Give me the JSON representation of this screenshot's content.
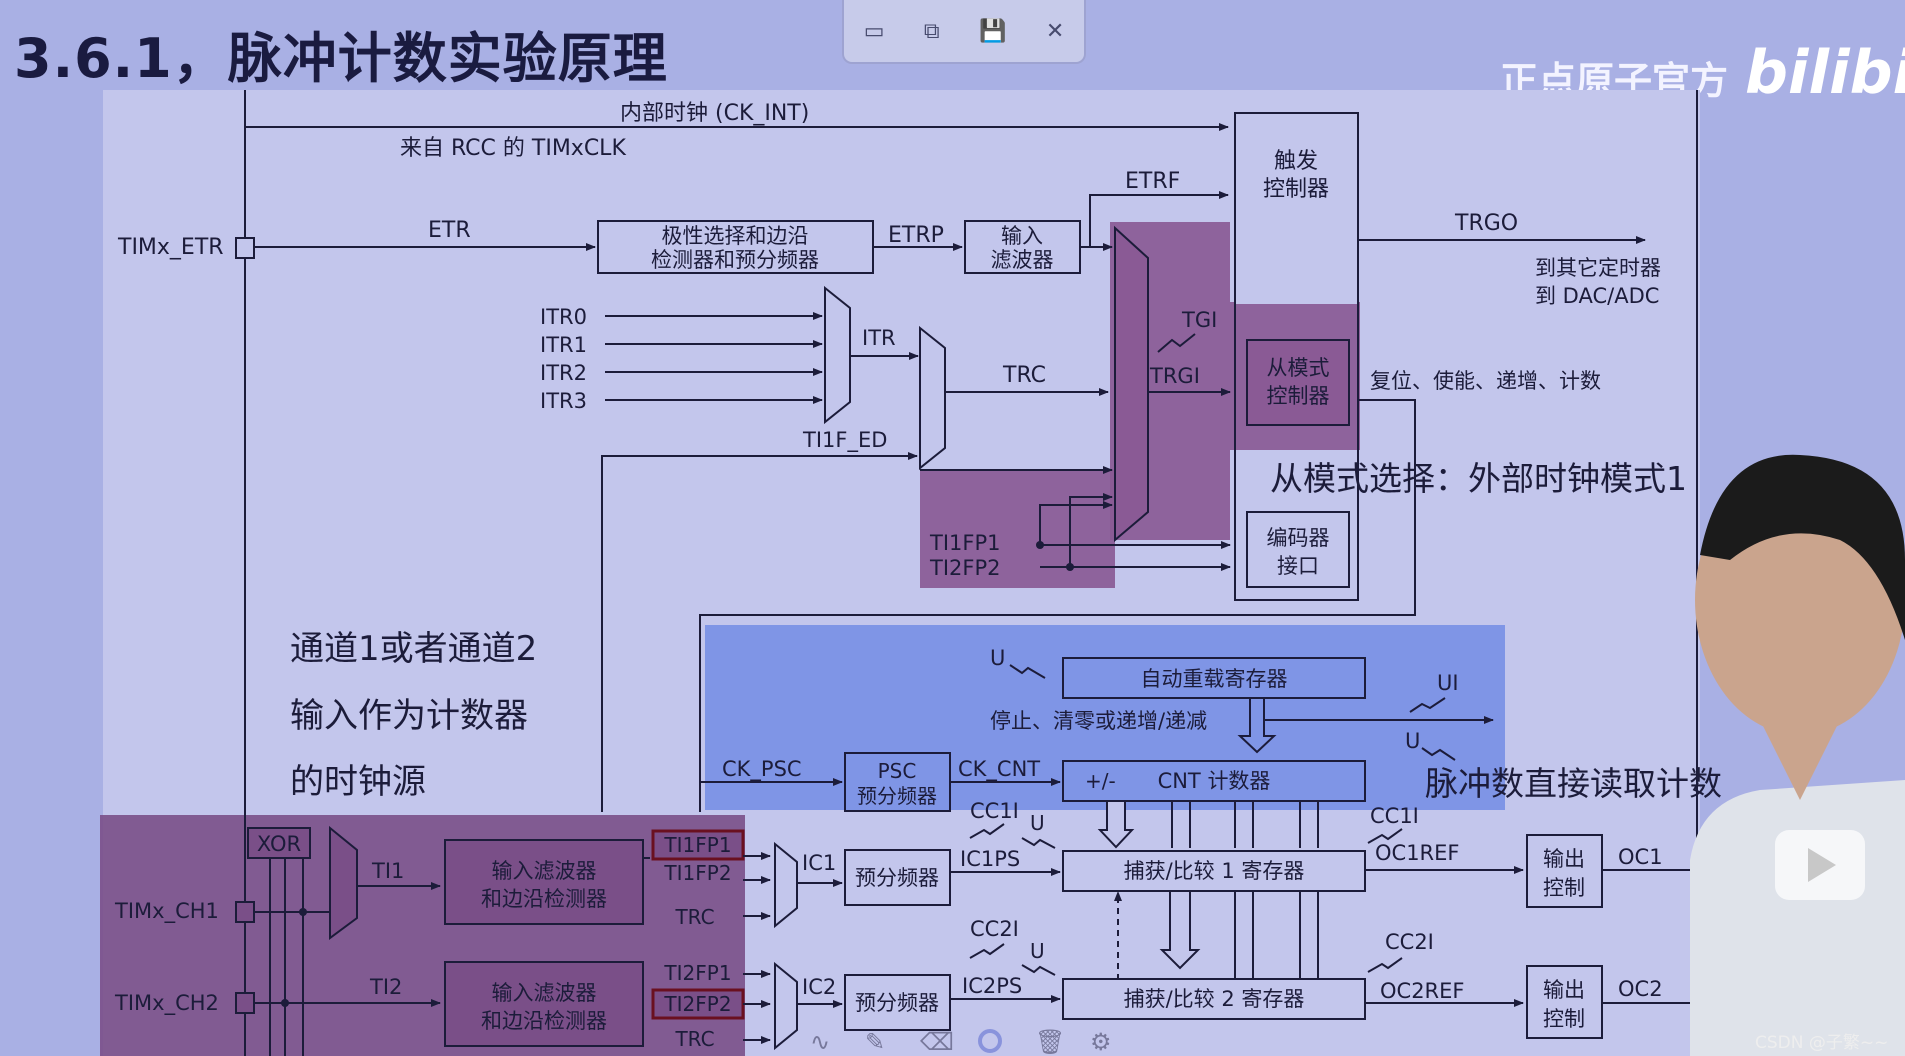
{
  "header": {
    "title": "3.6.1，脉冲计数实验原理",
    "brand": "正点原子官方",
    "logo": "bilibili",
    "watermark": "CSDN @子繁~~"
  },
  "toolbar": {
    "icons": [
      "window-icon",
      "copy-icon",
      "save-icon",
      "close-icon"
    ],
    "glyphs": [
      "▭",
      "⧉",
      "💾",
      "✕"
    ]
  },
  "diagram": {
    "ck_int": "内部时钟 (CK_INT)",
    "from_rcc": "来自 RCC 的 TIMxCLK",
    "timx_etr": "TIMx_ETR",
    "etr": "ETR",
    "polarity_block": [
      "极性选择和边沿",
      "检测器和预分频器"
    ],
    "etrp": "ETRP",
    "input_filter": [
      "输入",
      "滤波器"
    ],
    "etrf": "ETRF",
    "trigger_ctrl": [
      "触发",
      "控制器"
    ],
    "trgo": "TRGO",
    "to_other": [
      "到其它定时器",
      "到 DAC/ADC"
    ],
    "itr": [
      "ITR0",
      "ITR1",
      "ITR2",
      "ITR3"
    ],
    "itr_label": "ITR",
    "trc": "TRC",
    "tgi": "TGI",
    "trgi": "TRGI",
    "slave_ctrl": [
      "从模式",
      "控制器"
    ],
    "slave_actions": "复位、使能、递增、计数",
    "slave_mode_note": "从模式选择：外部时钟模式1",
    "ti1f_ed": "TI1F_ED",
    "ti1fp1": "TI1FP1",
    "ti2fp2": "TI2FP2",
    "encoder": [
      "编码器",
      "接口"
    ],
    "note_channel": [
      "通道1或者通道2",
      "输入作为计数器",
      "的时钟源"
    ],
    "u": "U",
    "auto_reload": "自动重载寄存器",
    "ui": "UI",
    "stop_clear": "停止、清零或递增/递减",
    "ck_psc": "CK_PSC",
    "psc": [
      "PSC",
      "预分频器"
    ],
    "ck_cnt": "CK_CNT",
    "cnt_plusminus": "+/-",
    "cnt": "CNT 计数器",
    "pulse_note": "脉冲数直接读取计数",
    "cc1i": "CC1I",
    "cc2i": "CC2I",
    "xor": "XOR",
    "ti1": "TI1",
    "ti2": "TI2",
    "timx_ch1": "TIMx_CH1",
    "timx_ch2": "TIMx_CH2",
    "in_filter_edge": [
      "输入滤波器",
      "和边沿检测器"
    ],
    "ti1fp2": "TI1FP2",
    "ti2fp1": "TI2FP1",
    "ic1": "IC1",
    "ic2": "IC2",
    "prescaler": "预分频器",
    "ic1ps": "IC1PS",
    "ic2ps": "IC2PS",
    "cc1_reg": "捕获/比较 1 寄存器",
    "cc2_reg": "捕获/比较 2 寄存器",
    "oc1ref": "OC1REF",
    "oc2ref": "OC2REF",
    "out_ctrl": [
      "输出",
      "控制"
    ],
    "oc1": "OC1",
    "oc2": "OC2"
  },
  "colors": {
    "background": "#a9b0e4",
    "diagram_bg": "#c3c6ec",
    "purple": "#8a5a95",
    "purple_dark": "#7a4f88",
    "blue": "#7f95e6",
    "line": "#1c1c3a"
  }
}
